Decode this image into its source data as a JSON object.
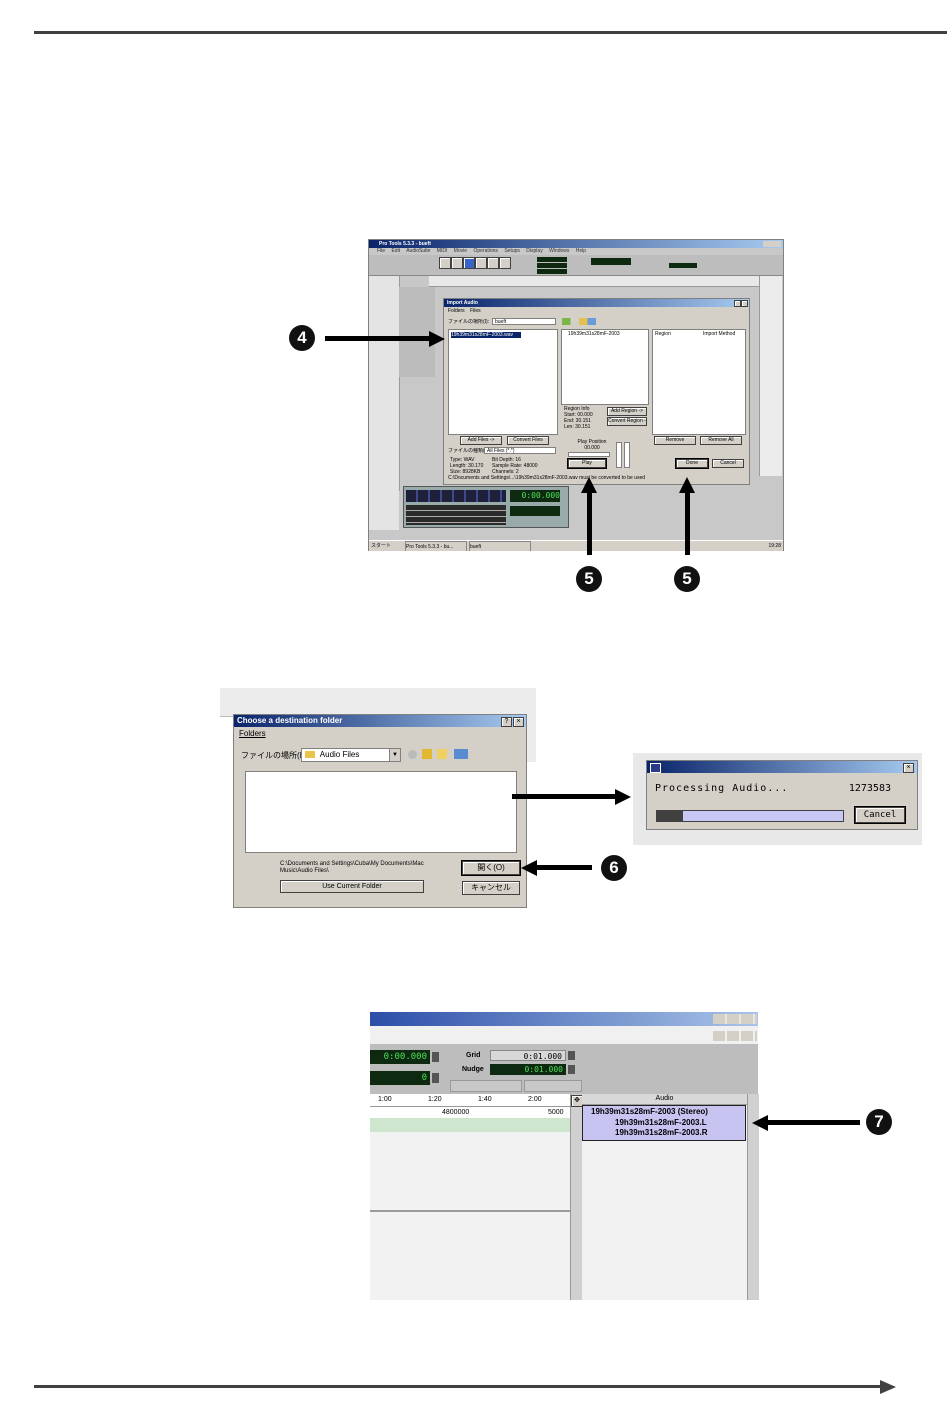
{
  "screen1": {
    "app_title": "Pro Tools 5.3.3 - bueft",
    "menu": [
      "File",
      "Edit",
      "AudioSuite",
      "MIDI",
      "Movie",
      "Operations",
      "Setups",
      "Display",
      "Windows",
      "Help"
    ],
    "dialog_title": "Import Audio",
    "dialog_menu": [
      "Folders",
      "Files"
    ],
    "look_in_label": "ファイルの場所(I):",
    "look_in_value": "bueft",
    "file_selected": "19h39m31s28mF-2003.wav",
    "right_list_header": "19h39m31s28mF-2003",
    "region_list_headers": [
      "Region",
      "Import Method"
    ],
    "region_info": [
      "Region Info",
      "Start: 00.000",
      "End: 30.151",
      "Len: 30.151"
    ],
    "buttons": {
      "add_files": "Add Files ->",
      "convert_files": "Convert Files",
      "add_region": "Add Region ->",
      "convert_region": "Convert Region ->",
      "remove": "Remove",
      "remove_all": "Remove All",
      "play": "Play",
      "done": "Done",
      "cancel": "Cancel"
    },
    "file_type_label": "ファイルの種類(T):",
    "file_type_value": "All Files (*.*)",
    "file_details": [
      "Type: WAV",
      "Length: 30.170",
      "Size: 8928KB"
    ],
    "file_details2": [
      "Bit Depth: 16",
      "Sample Rate: 48000",
      "Channels: 2"
    ],
    "play_position_label": "Play Position",
    "play_position_value": "00.000",
    "status_text": "C:\\Documents and Settings\\...\\19h39m31s28mF-2003.wav must be converted to be used",
    "transport_counter": "0:00.000",
    "taskbar": [
      "スタート",
      "Pro Tools 5.3.3 - bu...",
      "bueft"
    ],
    "clock": "19:28"
  },
  "screen2": {
    "dialog_title": "Choose a destination folder",
    "menu": "Folders",
    "look_in_label": "ファイルの場所(I):",
    "look_in_value": "Audio Files",
    "path_text": "C:\\Documents and Settings\\Cuba\\My Documents\\Mac Music\\Audio Files\\",
    "open_button": "開く(O)",
    "use_current_button": "Use Current Folder",
    "cancel_button": "キャンセル"
  },
  "processing": {
    "text": "Processing Audio...",
    "count": "1273583",
    "progress": 0.14,
    "cancel": "Cancel"
  },
  "screen3": {
    "counter_main": "0:00.000",
    "counter_small": "0",
    "grid_label": "Grid",
    "grid_value": "0:01.000",
    "nudge_label": "Nudge",
    "nudge_value": "0:01.000",
    "ruler": [
      "1:00",
      "1:20",
      "1:40",
      "2:00"
    ],
    "ruler_samples": [
      "4800000",
      "5000"
    ],
    "audio_header": "Audio",
    "audio_items": [
      "19h39m31s28mF-2003 (Stereo)",
      "19h39m31s28mF-2003.L",
      "19h39m31s28mF-2003.R"
    ]
  },
  "callouts": [
    "4",
    "5",
    "5",
    "6",
    "7"
  ]
}
